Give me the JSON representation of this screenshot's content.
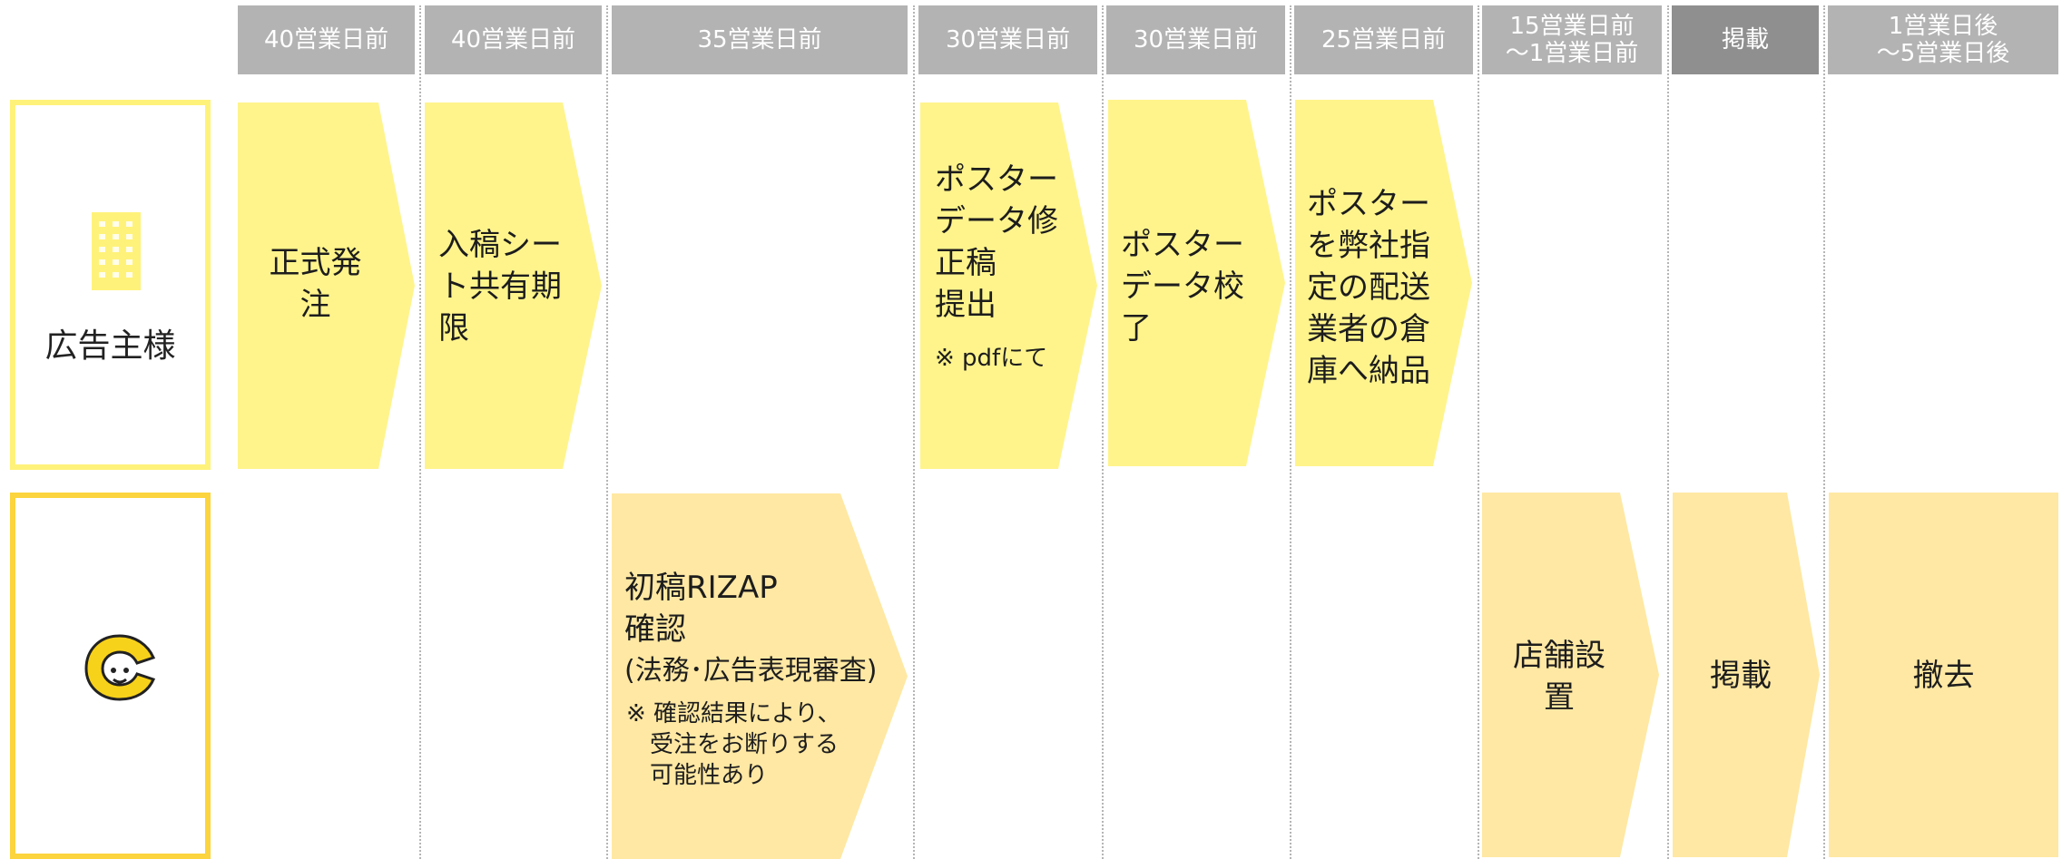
{
  "headers": [
    {
      "lines": [
        "40営業日前"
      ]
    },
    {
      "lines": [
        "40営業日前"
      ]
    },
    {
      "lines": [
        "35営業日前"
      ]
    },
    {
      "lines": [
        "30営業日前"
      ]
    },
    {
      "lines": [
        "30営業日前"
      ]
    },
    {
      "lines": [
        "25営業日前"
      ]
    },
    {
      "lines": [
        "15営業日前",
        "～1営業日前"
      ]
    },
    {
      "lines": [
        "掲載"
      ]
    },
    {
      "lines": [
        "1営業日後",
        "～5営業日後"
      ]
    }
  ],
  "rows": {
    "advertiser": {
      "label": "広告主様",
      "icon": "building-icon",
      "color": "#fff27a"
    },
    "rizap": {
      "label": "",
      "icon": "rizap-mascot-icon",
      "color": "#fbd43e"
    }
  },
  "advertiser_tasks": [
    {
      "lines": [
        "正式発",
        "注"
      ]
    },
    {
      "lines": [
        "入稿シー",
        "ト共有期",
        "限"
      ]
    },
    {
      "lines": [
        "ポスター",
        "データ修",
        "正稿",
        "提出"
      ],
      "note": [
        "※ pdfにて"
      ]
    },
    {
      "lines": [
        "ポスター",
        "データ校",
        "了"
      ]
    },
    {
      "lines": [
        "ポスター",
        "を弊社指",
        "定の配送",
        "業者の倉",
        "庫へ納品"
      ]
    }
  ],
  "rizap_tasks": [
    {
      "lines": [
        "初稿RIZAP",
        "確認",
        "(法務･広告表現審査)"
      ],
      "note": [
        "※ 確認結果により、",
        "　受注をお断りする",
        "　可能性あり"
      ]
    },
    {
      "lines": [
        "店舗設",
        "置"
      ]
    },
    {
      "lines": [
        "掲載"
      ]
    },
    {
      "lines": [
        "撤去"
      ]
    }
  ],
  "colors": {
    "header_bg": "#b3b3b3",
    "header_bg_dark": "#8f8f8f",
    "advertiser_task": "#fff48c",
    "rizap_task": "#ffe8a3",
    "separator": "#b5b5b5"
  }
}
